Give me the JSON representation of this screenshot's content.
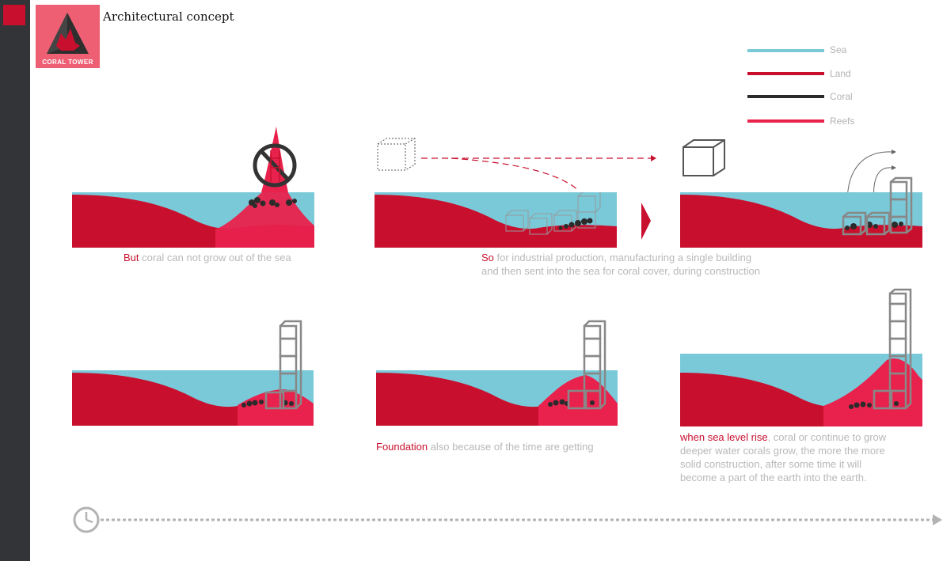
{
  "header": {
    "logo_text": "CORAL TOWER",
    "title": "Architectural concept"
  },
  "legend": [
    {
      "label": "Sea",
      "color": "#79c9d9"
    },
    {
      "label": "Land",
      "color": "#c8102e"
    },
    {
      "label": "Coral",
      "color": "#2b2b2b"
    },
    {
      "label": "Reefs",
      "color": "#e8224c"
    }
  ],
  "captions": {
    "c1": {
      "highlight": "But",
      "text": " coral can not grow out of the sea"
    },
    "c2": {
      "highlight": "So",
      "line1": " for industrial production, manufacturing a single building",
      "line2": "and then sent into the sea for coral cover, during construction"
    },
    "c3": {
      "highlight": "Foundation",
      "text": " also because of the time are getting"
    },
    "c4": {
      "highlight": "when sea level rise",
      "line1": ", coral or continue to grow",
      "line2": "deeper water corals grow, the more the more",
      "line3": "solid construction, after some time it will",
      "line4": "become a part of the earth into the earth."
    }
  },
  "icons": {
    "prohibited": "no-sign-icon",
    "timeline": "clock-icon",
    "arrow": "chevron-right-icon"
  },
  "colors": {
    "sea": "#79c9d9",
    "land": "#c8102e",
    "coral": "#2b2b2b",
    "reef": "#e8224c",
    "frame": "#888888",
    "sidebar": "#333438",
    "caption": "#b8b8b8"
  }
}
